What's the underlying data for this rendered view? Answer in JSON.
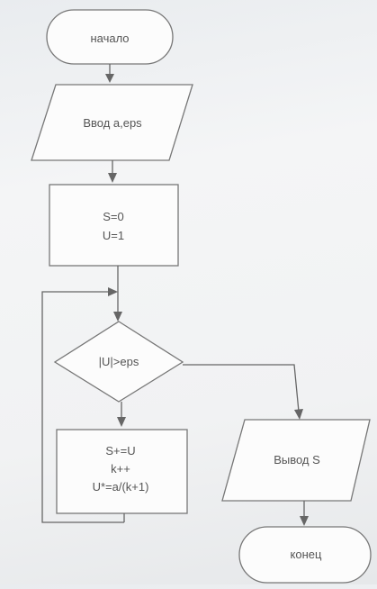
{
  "flowchart": {
    "start": "начало",
    "input": "Ввод a,eps",
    "init": [
      "S=0",
      "U=1"
    ],
    "condition": "|U|>eps",
    "loop_body": [
      "S+=U",
      "k++",
      "U*=a/(k+1)"
    ],
    "output": "Вывод S",
    "end": "конец"
  }
}
